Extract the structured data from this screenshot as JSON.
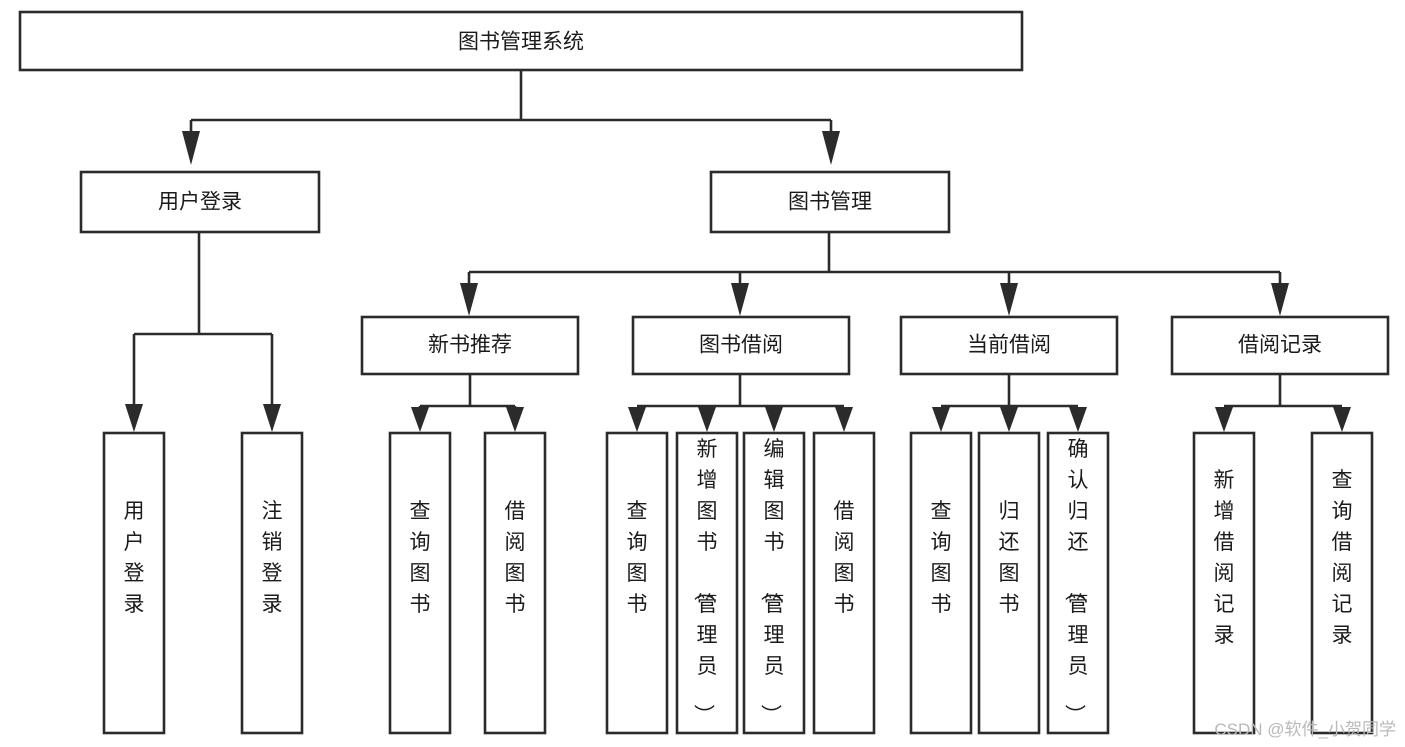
{
  "diagram": {
    "title": "图书管理系统",
    "type": "tree-hierarchy-chart",
    "orientation": "top-down",
    "colors": {
      "box_fill": "#ffffff",
      "box_stroke": "#2b2b2b",
      "connector": "#2b2b2b",
      "text": "#1b1b1b",
      "background": "#ffffff",
      "watermark": "#b9b9b9"
    },
    "root": {
      "label": "图书管理系统"
    },
    "level2": [
      {
        "label": "用户登录"
      },
      {
        "label": "图书管理"
      }
    ],
    "level3": [
      {
        "label": "新书推荐"
      },
      {
        "label": "图书借阅"
      },
      {
        "label": "当前借阅"
      },
      {
        "label": "借阅记录"
      }
    ],
    "leaves": {
      "user_login": [
        {
          "label": "用户登录"
        },
        {
          "label": "注销登录"
        }
      ],
      "new_book_recommend": [
        {
          "label": "查询图书"
        },
        {
          "label": "借阅图书"
        }
      ],
      "book_borrow": [
        {
          "label": "查询图书"
        },
        {
          "label": "新增图书（管理员）"
        },
        {
          "label": "编辑图书（管理员）"
        },
        {
          "label": "借阅图书"
        }
      ],
      "current_borrow": [
        {
          "label": "查询图书"
        },
        {
          "label": "归还图书"
        },
        {
          "label": "确认归还（管理员）"
        }
      ],
      "borrow_record": [
        {
          "label": "新增借阅记录"
        },
        {
          "label": "查询借阅记录"
        }
      ]
    }
  },
  "watermark": {
    "text": "CSDN @软件_小贺同学"
  }
}
